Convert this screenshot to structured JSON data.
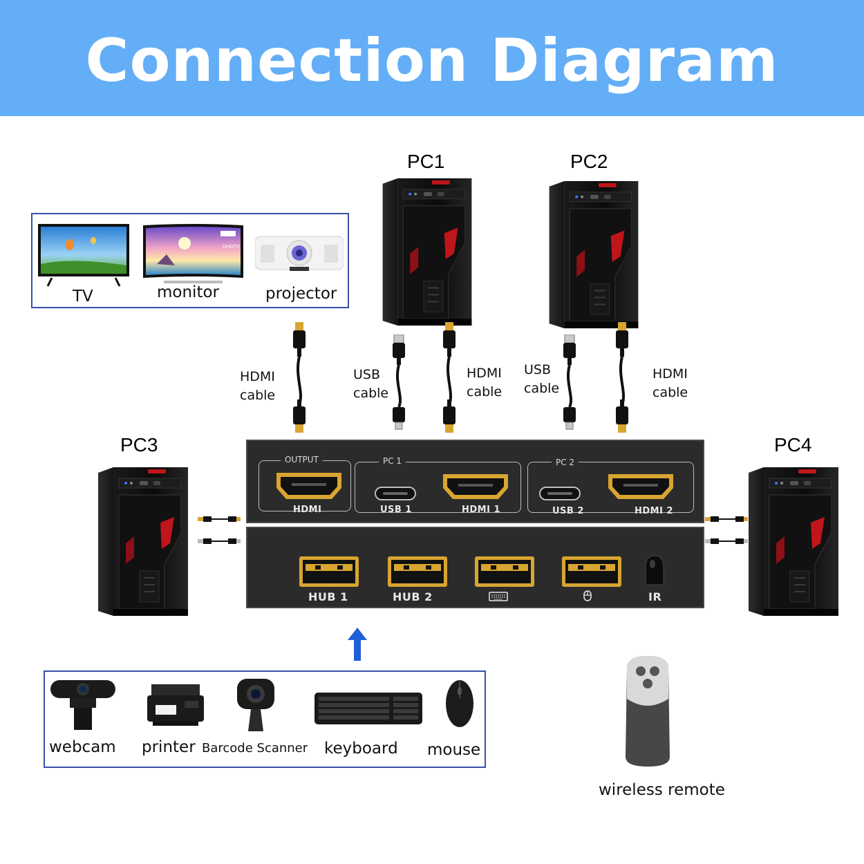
{
  "header": {
    "title": "Connection Diagram"
  },
  "pcs": {
    "pc1": "PC1",
    "pc2": "PC2",
    "pc3": "PC3",
    "pc4": "PC4"
  },
  "displays": {
    "tv": "TV",
    "monitor": "monitor",
    "projector": "projector"
  },
  "cables": {
    "hdmi_output": [
      "HDMI",
      "cable"
    ],
    "usb_pc1": [
      "USB",
      "cable"
    ],
    "hdmi_pc1": [
      "HDMI",
      "cable"
    ],
    "usb_pc2": [
      "USB",
      "cable"
    ],
    "hdmi_pc2": [
      "HDMI",
      "cable"
    ]
  },
  "switch_top": {
    "output_group": "OUTPUT",
    "output_port": "HDMI",
    "pc1_group": "PC 1",
    "pc1_usb": "USB 1",
    "pc1_hdmi": "HDMI 1",
    "pc2_group": "PC 2",
    "pc2_usb": "USB 2",
    "pc2_hdmi": "HDMI 2"
  },
  "switch_front": {
    "hub1": "HUB 1",
    "hub2": "HUB 2",
    "keyboard_icon": "keyboard-icon",
    "mouse_icon": "mouse-icon",
    "ir": "IR"
  },
  "peripherals": {
    "webcam": "webcam",
    "printer": "printer",
    "scanner": "Barcode Scanner",
    "keyboard": "keyboard",
    "mouse": "mouse"
  },
  "remote": {
    "label": "wireless remote"
  },
  "colors": {
    "banner": "#63aef7",
    "box_border": "#3650a8",
    "arrow": "#1f5fd6",
    "gold": "#d8a531",
    "pc_red": "#c0151b"
  }
}
